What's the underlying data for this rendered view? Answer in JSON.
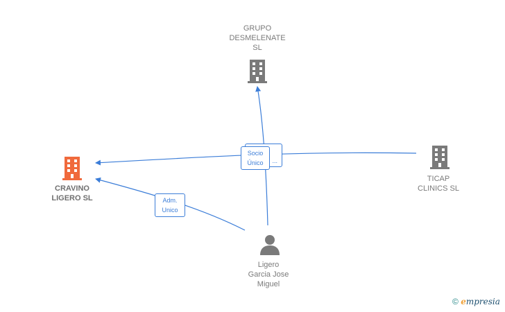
{
  "nodes": {
    "grupo": {
      "label": "GRUPO\nDESMELENATE\nSL"
    },
    "cravino": {
      "label": "CRAVINO\nLIGERO  SL"
    },
    "ticap": {
      "label": "TICAP\nCLINICS  SL"
    },
    "person": {
      "label": "Ligero\nGarcia Jose\nMiguel"
    }
  },
  "edges": {
    "socio": {
      "line1": "Socio",
      "line2": "Único"
    },
    "socio_back": {
      "text": "..."
    },
    "adm": {
      "line1": "Adm.",
      "line2": "Unico"
    }
  },
  "footer": {
    "copyright": "©",
    "brand_e": "e",
    "brand_rest": "mpresia"
  },
  "colors": {
    "accent": "#3b7dd8",
    "main_node": "#f06a3c",
    "node": "#7a7a7a"
  }
}
